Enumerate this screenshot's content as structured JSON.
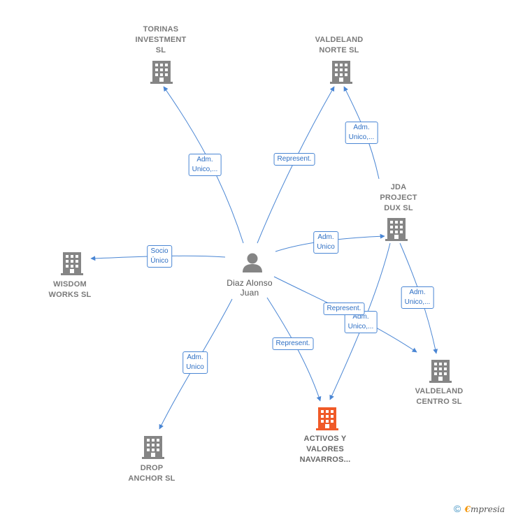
{
  "colors": {
    "building": "#858585",
    "building_main": "#f05a28",
    "person": "#858585",
    "edge": "#4a86d4",
    "edge_label_text": "#2e6fc4"
  },
  "nodes": {
    "torinas": {
      "label": "TORINAS\nINVESTMENT\nSL",
      "icon": "building-icon"
    },
    "valdeland_norte": {
      "label": "VALDELAND\nNORTE  SL",
      "icon": "building-icon"
    },
    "jda": {
      "label": "JDA\nPROJECT\nDUX  SL",
      "icon": "building-icon"
    },
    "wisdom": {
      "label": "WISDOM\nWORKS  SL",
      "icon": "building-icon"
    },
    "person": {
      "label": "Diaz Alonso\nJuan",
      "icon": "person-icon"
    },
    "valdeland_centro": {
      "label": "VALDELAND\nCENTRO  SL",
      "icon": "building-icon"
    },
    "activos": {
      "label": "ACTIVOS Y\nVALORES\nNAVARROS...",
      "icon": "building-icon"
    },
    "drop": {
      "label": "DROP\nANCHOR  SL",
      "icon": "building-icon"
    }
  },
  "edges": [
    {
      "id": "person-torinas",
      "label": "Adm.\nUnico,..."
    },
    {
      "id": "person-valdeland-norte",
      "label": "Represent."
    },
    {
      "id": "jda-valdeland-norte",
      "label": "Adm.\nUnico,..."
    },
    {
      "id": "person-jda",
      "label": "Adm.\nUnico"
    },
    {
      "id": "person-wisdom",
      "label": "Socio\nÚnico"
    },
    {
      "id": "jda-valdeland-centro",
      "label": "Adm.\nUnico,..."
    },
    {
      "id": "person-valdeland-centro",
      "label": "Represent."
    },
    {
      "id": "jda-activos",
      "label": "Adm.\nUnico,..."
    },
    {
      "id": "person-activos",
      "label": "Represent."
    },
    {
      "id": "person-drop",
      "label": "Adm.\nUnico"
    }
  ],
  "footer": {
    "copyright": "©",
    "brand_initial": "€",
    "brand_rest": "mpresia"
  }
}
